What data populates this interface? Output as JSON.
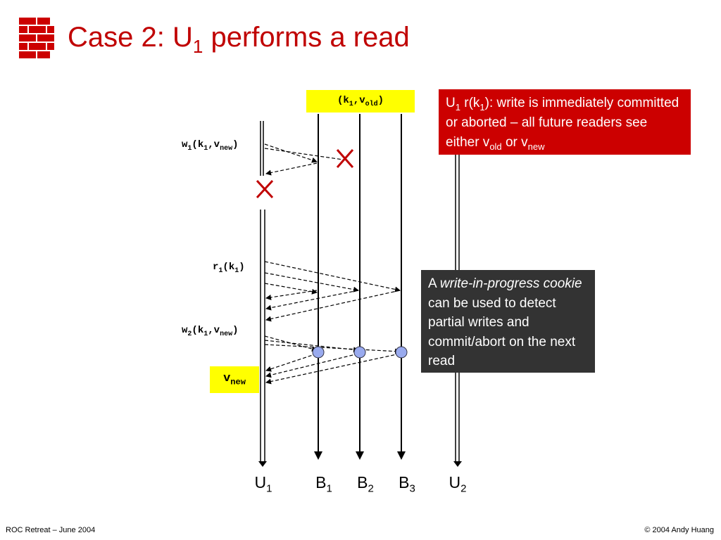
{
  "title": {
    "main": "Case 2: U",
    "sub": "1",
    "rest": " performs a read"
  },
  "labels": {
    "init_state": {
      "open": "(k",
      "k_sub": "1",
      "comma_v": ",v",
      "v_sub": "old",
      "close": ")"
    },
    "w1": {
      "w": "w",
      "w_sub": "1",
      "mid": "(k",
      "k_sub": "1",
      "comma_v": ",v",
      "v_sub": "new",
      "close": ")"
    },
    "r1": {
      "r": "r",
      "r_sub": "1",
      "mid": "(k",
      "k_sub": "1",
      "close": ")"
    },
    "w2": {
      "w": "w",
      "w_sub": "2",
      "mid": "(k",
      "k_sub": "1",
      "comma_v": ",v",
      "v_sub": "new",
      "close": ")"
    },
    "result": {
      "v": "v",
      "v_sub": "new"
    }
  },
  "red_note": {
    "u": "U",
    "u_sub": "1",
    "r": " r(k",
    "r_sub": "1",
    "r_rest": "): write is immediately committed or aborted – all future readers see either v",
    "old_sub": "old",
    "or": " or v",
    "new_sub": "new"
  },
  "dark_note": {
    "a": "A ",
    "italic": "write-in-progress cookie",
    "rest": " can be used to detect partial writes and commit/abort on the next read"
  },
  "actors": [
    {
      "name": "U",
      "sub": "1"
    },
    {
      "name": "B",
      "sub": "1"
    },
    {
      "name": "B",
      "sub": "2"
    },
    {
      "name": "B",
      "sub": "3"
    },
    {
      "name": "U",
      "sub": "2"
    }
  ],
  "footer": {
    "left": "ROC Retreat – June 2004",
    "right": "© 2004 Andy Huang"
  },
  "colors": {
    "title": "#c00000",
    "red_box": "#cc0000",
    "dark_box": "#333333",
    "highlight": "#ffff00",
    "cross": "#c00000",
    "cookie": "#99aaee"
  },
  "icons": {
    "logo": "brick-wall-icon",
    "failure": "cross-icon",
    "cookie": "circle-marker-icon"
  }
}
